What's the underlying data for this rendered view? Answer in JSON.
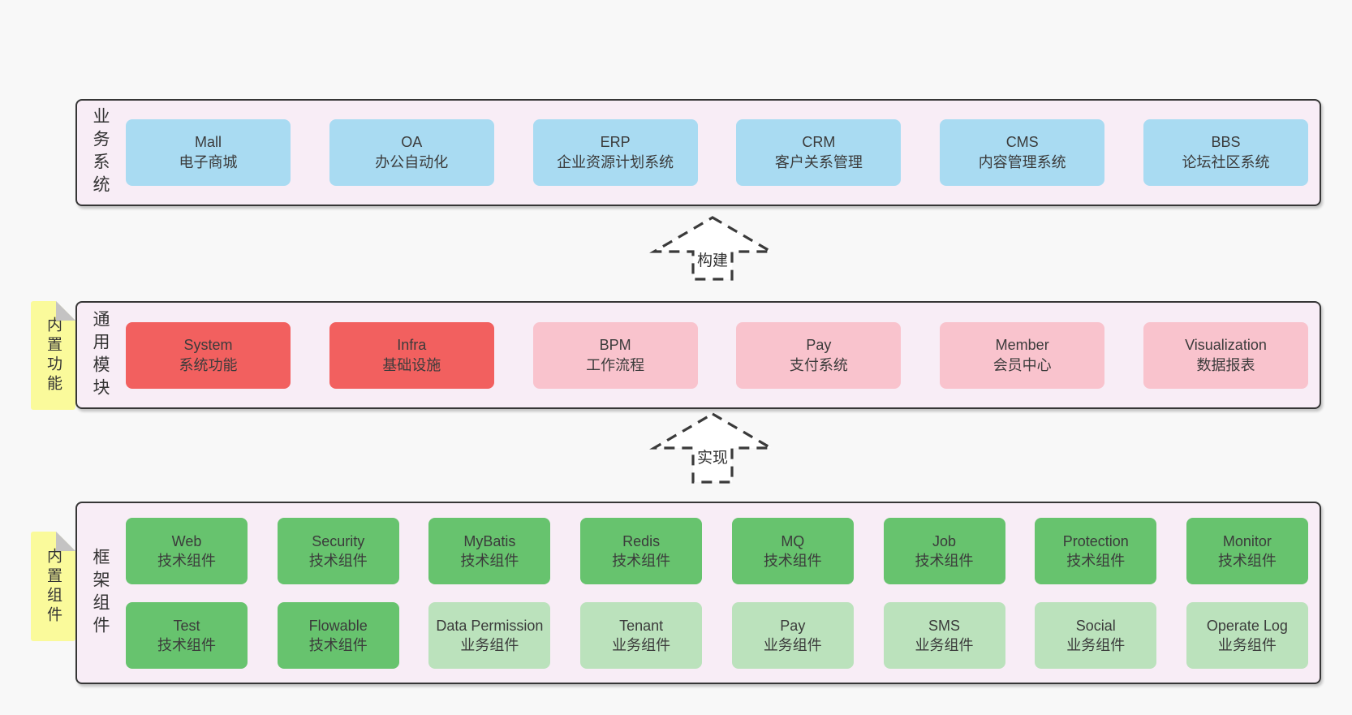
{
  "diagram": {
    "layers": [
      {
        "label": "业务系统",
        "tab": null,
        "rows": [
          [
            {
              "title": "Mall",
              "subtitle": "电子商城"
            },
            {
              "title": "OA",
              "subtitle": "办公自动化"
            },
            {
              "title": "ERP",
              "subtitle": "企业资源计划系统"
            },
            {
              "title": "CRM",
              "subtitle": "客户关系管理"
            },
            {
              "title": "CMS",
              "subtitle": "内容管理系统"
            },
            {
              "title": "BBS",
              "subtitle": "论坛社区系统"
            }
          ]
        ]
      },
      {
        "label": "通用模块",
        "tab": "内置功能",
        "rows": [
          [
            {
              "title": "System",
              "subtitle": "系统功能"
            },
            {
              "title": "Infra",
              "subtitle": "基础设施"
            },
            {
              "title": "BPM",
              "subtitle": "工作流程"
            },
            {
              "title": "Pay",
              "subtitle": "支付系统"
            },
            {
              "title": "Member",
              "subtitle": "会员中心"
            },
            {
              "title": "Visualization",
              "subtitle": "数据报表"
            }
          ]
        ]
      },
      {
        "label": "框架组件",
        "tab": "内置组件",
        "rows": [
          [
            {
              "title": "Web",
              "subtitle": "技术组件"
            },
            {
              "title": "Security",
              "subtitle": "技术组件"
            },
            {
              "title": "MyBatis",
              "subtitle": "技术组件"
            },
            {
              "title": "Redis",
              "subtitle": "技术组件"
            },
            {
              "title": "MQ",
              "subtitle": "技术组件"
            },
            {
              "title": "Job",
              "subtitle": "技术组件"
            },
            {
              "title": "Protection",
              "subtitle": "技术组件"
            },
            {
              "title": "Monitor",
              "subtitle": "技术组件"
            }
          ],
          [
            {
              "title": "Test",
              "subtitle": "技术组件"
            },
            {
              "title": "Flowable",
              "subtitle": "技术组件"
            },
            {
              "title": "Data Permission",
              "subtitle": "业务组件"
            },
            {
              "title": "Tenant",
              "subtitle": "业务组件"
            },
            {
              "title": "Pay",
              "subtitle": "业务组件"
            },
            {
              "title": "SMS",
              "subtitle": "业务组件"
            },
            {
              "title": "Social",
              "subtitle": "业务组件"
            },
            {
              "title": "Operate Log",
              "subtitle": "业务组件"
            }
          ]
        ]
      }
    ],
    "arrows": [
      {
        "label": "构建"
      },
      {
        "label": "实现"
      }
    ],
    "colors": {
      "canvas_bg": "#f8f8f8",
      "layer_bg": "#f8edf6",
      "layer_border": "#363636",
      "box_blue": "#a9dbf2",
      "box_red": "#f2605f",
      "box_pink": "#f9c3cd",
      "box_green": "#67c36e",
      "box_light_green": "#bbe2bc",
      "tab_yellow": "#fafa9b",
      "tab_fold_gray": "#c4c3c3",
      "text": "#3b3b3b"
    }
  }
}
